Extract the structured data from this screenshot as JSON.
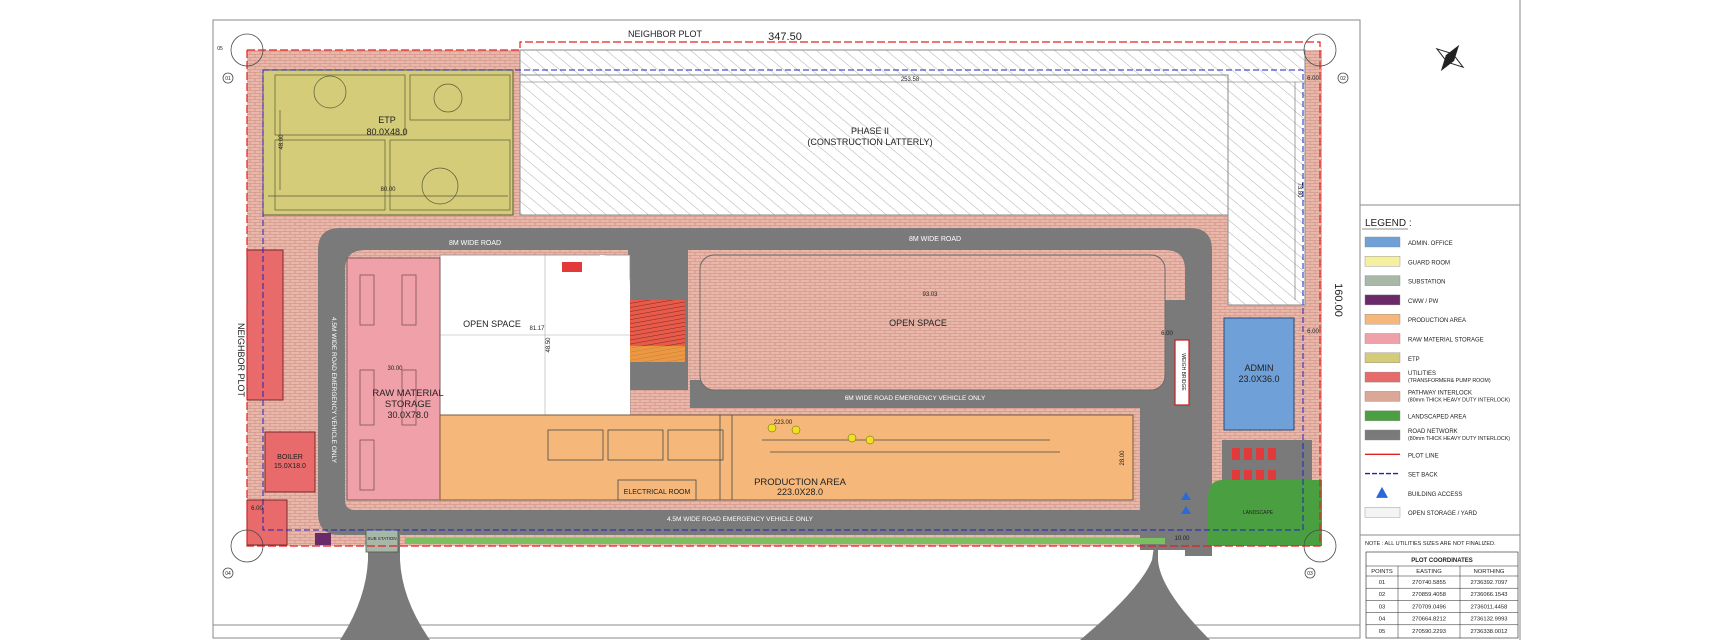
{
  "labels": {
    "neighbor_plot_top": "NEIGHBOR PLOT",
    "neighbor_plot_left": "NEIGHBOR PLOT",
    "plot_width": "347.50",
    "plot_height": "160.00",
    "etp_title": "ETP",
    "etp_size": "80.0X48.0",
    "phase2_title": "PHASE II",
    "phase2_sub": "(CONSTRUCTION LATTERLY)",
    "road_8m_left": "8M WIDE ROAD",
    "road_8m_right": "8M WIDE ROAD",
    "road_45_left": "4.5M WIDE ROAD  EMERGENCY VEHICLE ONLY",
    "road_6m": "6M WIDE ROAD  EMERGENCY VEHICLE ONLY",
    "road_45_bottom": "4.5M WIDE ROAD  EMERGENCY VEHICLE ONLY",
    "open_space_1": "OPEN SPACE",
    "open_space_2": "OPEN SPACE",
    "raw_title": "RAW MATERIAL",
    "raw_title2": "STORAGE",
    "raw_size": "30.0X78.0",
    "production_title": "PRODUCTION AREA",
    "production_size": "223.0X28.0",
    "electrical_room": "ELECTRICAL ROOM",
    "boiler_title": "BOILER",
    "boiler_size": "15.0X18.0",
    "admin_title": "ADMIN",
    "admin_size": "23.0X36.0",
    "weigh_bridge": "WEIGH BRIDGE",
    "substation": "SUB STATION",
    "landscape": "LANDSCAPE",
    "dim_253": "253.58",
    "dim_9303": "93.03",
    "dim_8117": "81.17",
    "dim_4850": "48.50",
    "dim_3000": "30.00",
    "dim_22300": "223.00",
    "dim_2800": "28.00",
    "dim_8000": "80.00",
    "dim_4800": "48.00",
    "dim_7380": "73.80",
    "dim_6000a": "6.00",
    "dim_6000b": "6.00",
    "dim_1000": "10.00",
    "dim_600c": "6.00",
    "dim_600d": "6.00"
  },
  "legend": {
    "title": "LEGEND :",
    "items": [
      {
        "color": "#6fa0d8",
        "label": "ADMIN. OFFICE",
        "label2": ""
      },
      {
        "color": "#f5f0a0",
        "label": "GUARD ROOM",
        "label2": ""
      },
      {
        "color": "#a8b8a8",
        "label": "SUBSTATION",
        "label2": ""
      },
      {
        "color": "#6a2a6a",
        "label": "CWW / PW",
        "label2": ""
      },
      {
        "color": "#f5b87a",
        "label": "PRODUCTION AREA",
        "label2": ""
      },
      {
        "color": "#f0a0a8",
        "label": "RAW MATERIAL STORAGE",
        "label2": ""
      },
      {
        "color": "#d4cc78",
        "label": "ETP",
        "label2": ""
      },
      {
        "color": "#e86a6a",
        "label": "UTILITIES",
        "label2": "(TRANSFORMER& PUMP ROOM)"
      },
      {
        "color": "#dba898",
        "label": "PATHWAY INTERLOCK",
        "label2": "(80mm THICK HEAVY DUTY INTERLOCK)"
      },
      {
        "color": "#4aa040",
        "label": "LANDSCAPED AREA",
        "label2": ""
      },
      {
        "color": "#7a7a7a",
        "label": "ROAD NETWORK",
        "label2": "(80mm THICK HEAVY DUTY INTERLOCK)"
      },
      {
        "color": "line-red",
        "label": "PLOT LINE",
        "label2": ""
      },
      {
        "color": "line-blue",
        "label": "SET BACK",
        "label2": ""
      },
      {
        "color": "triangle",
        "label": "BUILDING ACCESS",
        "label2": ""
      },
      {
        "color": "#f4f4f4",
        "label": "OPEN STORAGE / YARD",
        "label2": ""
      }
    ],
    "note": "NOTE : ALL UTILITIES SIZES ARE NOT FINALIZED."
  },
  "coords": {
    "title": "PLOT COORDINATES",
    "headers": [
      "POINTS",
      "EASTING",
      "NORTHING"
    ],
    "rows": [
      [
        "01",
        "270740.5855",
        "2736392.7097"
      ],
      [
        "02",
        "270859.4058",
        "2736066.1543"
      ],
      [
        "03",
        "270709.0496",
        "2736011.4458"
      ],
      [
        "04",
        "270664.8212",
        "2736132.9993"
      ],
      [
        "05",
        "270590.2293",
        "2736338.0012"
      ]
    ]
  },
  "corner_points": [
    "01",
    "02",
    "03",
    "04",
    "05"
  ],
  "icons": {
    "north": "north-arrow-icon",
    "access": "building-access-icon"
  }
}
